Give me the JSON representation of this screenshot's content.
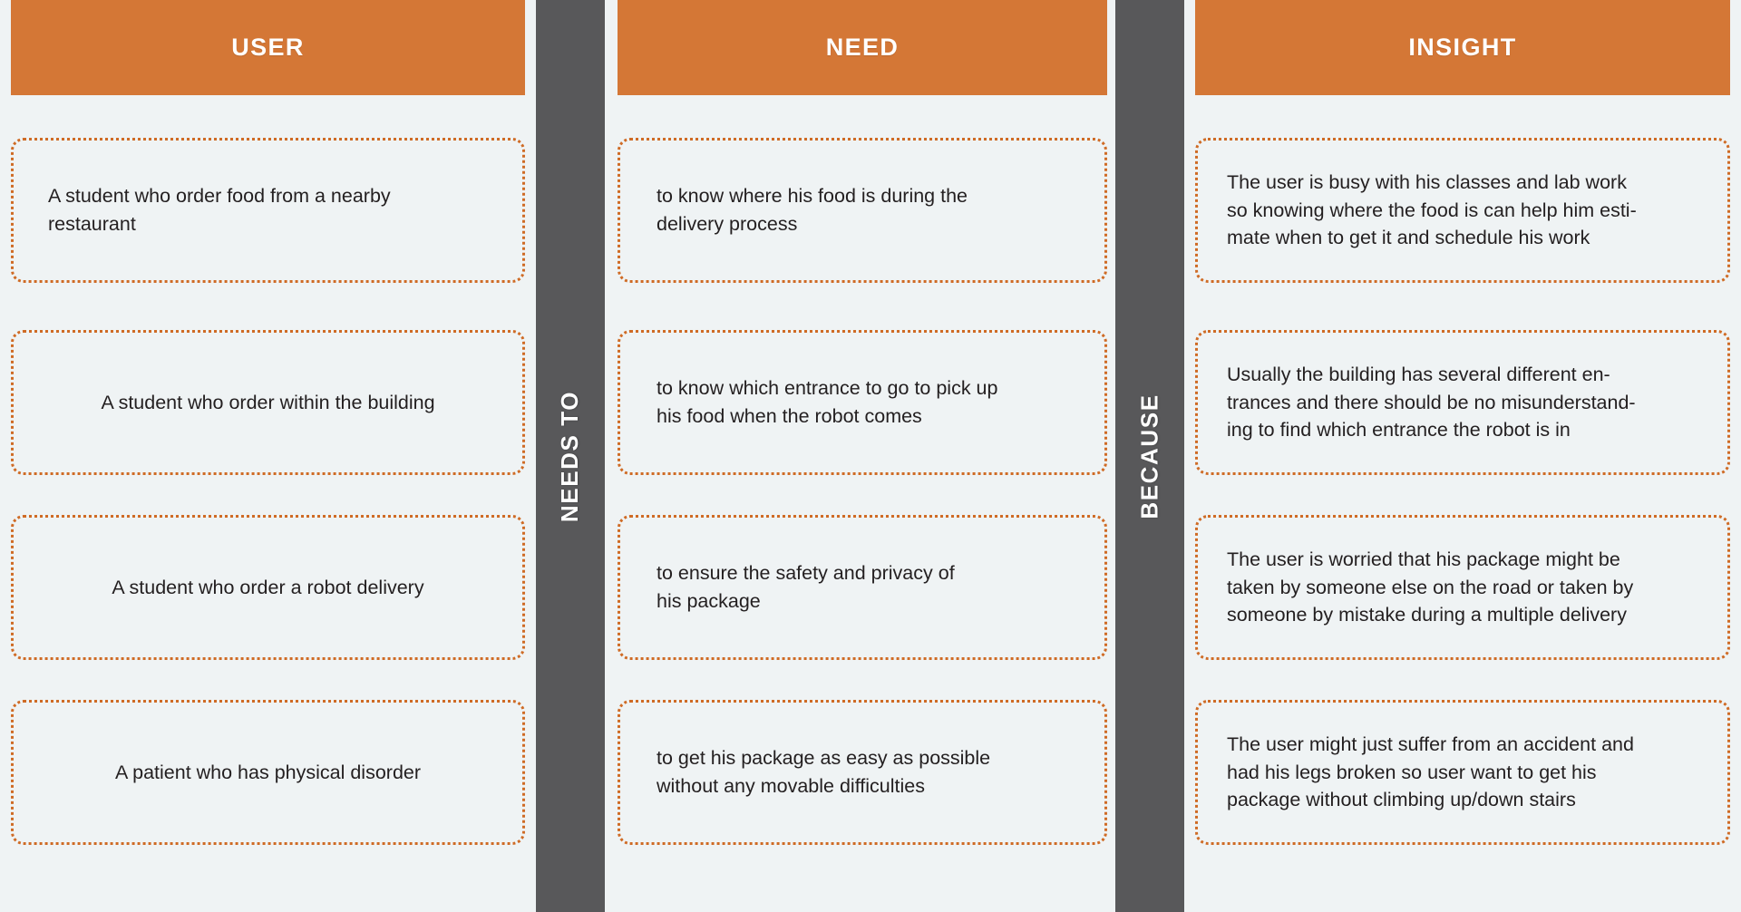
{
  "theme": {
    "accent_orange": "#d47736",
    "card_border_orange": "#cf6b25",
    "band_gray": "#58585a",
    "background": "#eff3f4",
    "text_dark": "#231f20",
    "header_text": "#ffffff"
  },
  "columns": {
    "user": {
      "header": "USER",
      "cards": [
        "A student who order food from a nearby\nrestaurant",
        "A student who order within the building",
        "A student who order a robot delivery",
        "A patient who has physical disorder"
      ]
    },
    "need": {
      "header": "NEED",
      "cards": [
        "to know where his food is during the\ndelivery process",
        "to know which entrance to go to pick up\nhis food when the robot comes",
        "to ensure the safety and privacy of\nhis package",
        "to get his package as easy as possible\nwithout any movable difficulties"
      ]
    },
    "insight": {
      "header": "INSIGHT",
      "cards": [
        "The user is busy with his classes and lab work\nso knowing where the food is can help him esti-\nmate when to get it and schedule his work",
        "Usually the building has several different en-\ntrances and there should be no misunderstand-\ning to find which entrance the robot is in",
        "The user is worried that his package might be\ntaken by someone else on the road or taken by\nsomeone by mistake during a multiple delivery",
        "The user might just suffer from an accident and\nhad his legs broken so user want to get his\npackage without climbing up/down stairs"
      ]
    }
  },
  "bands": {
    "needs_to": "NEEDS TO",
    "because": "BECAUSE"
  }
}
